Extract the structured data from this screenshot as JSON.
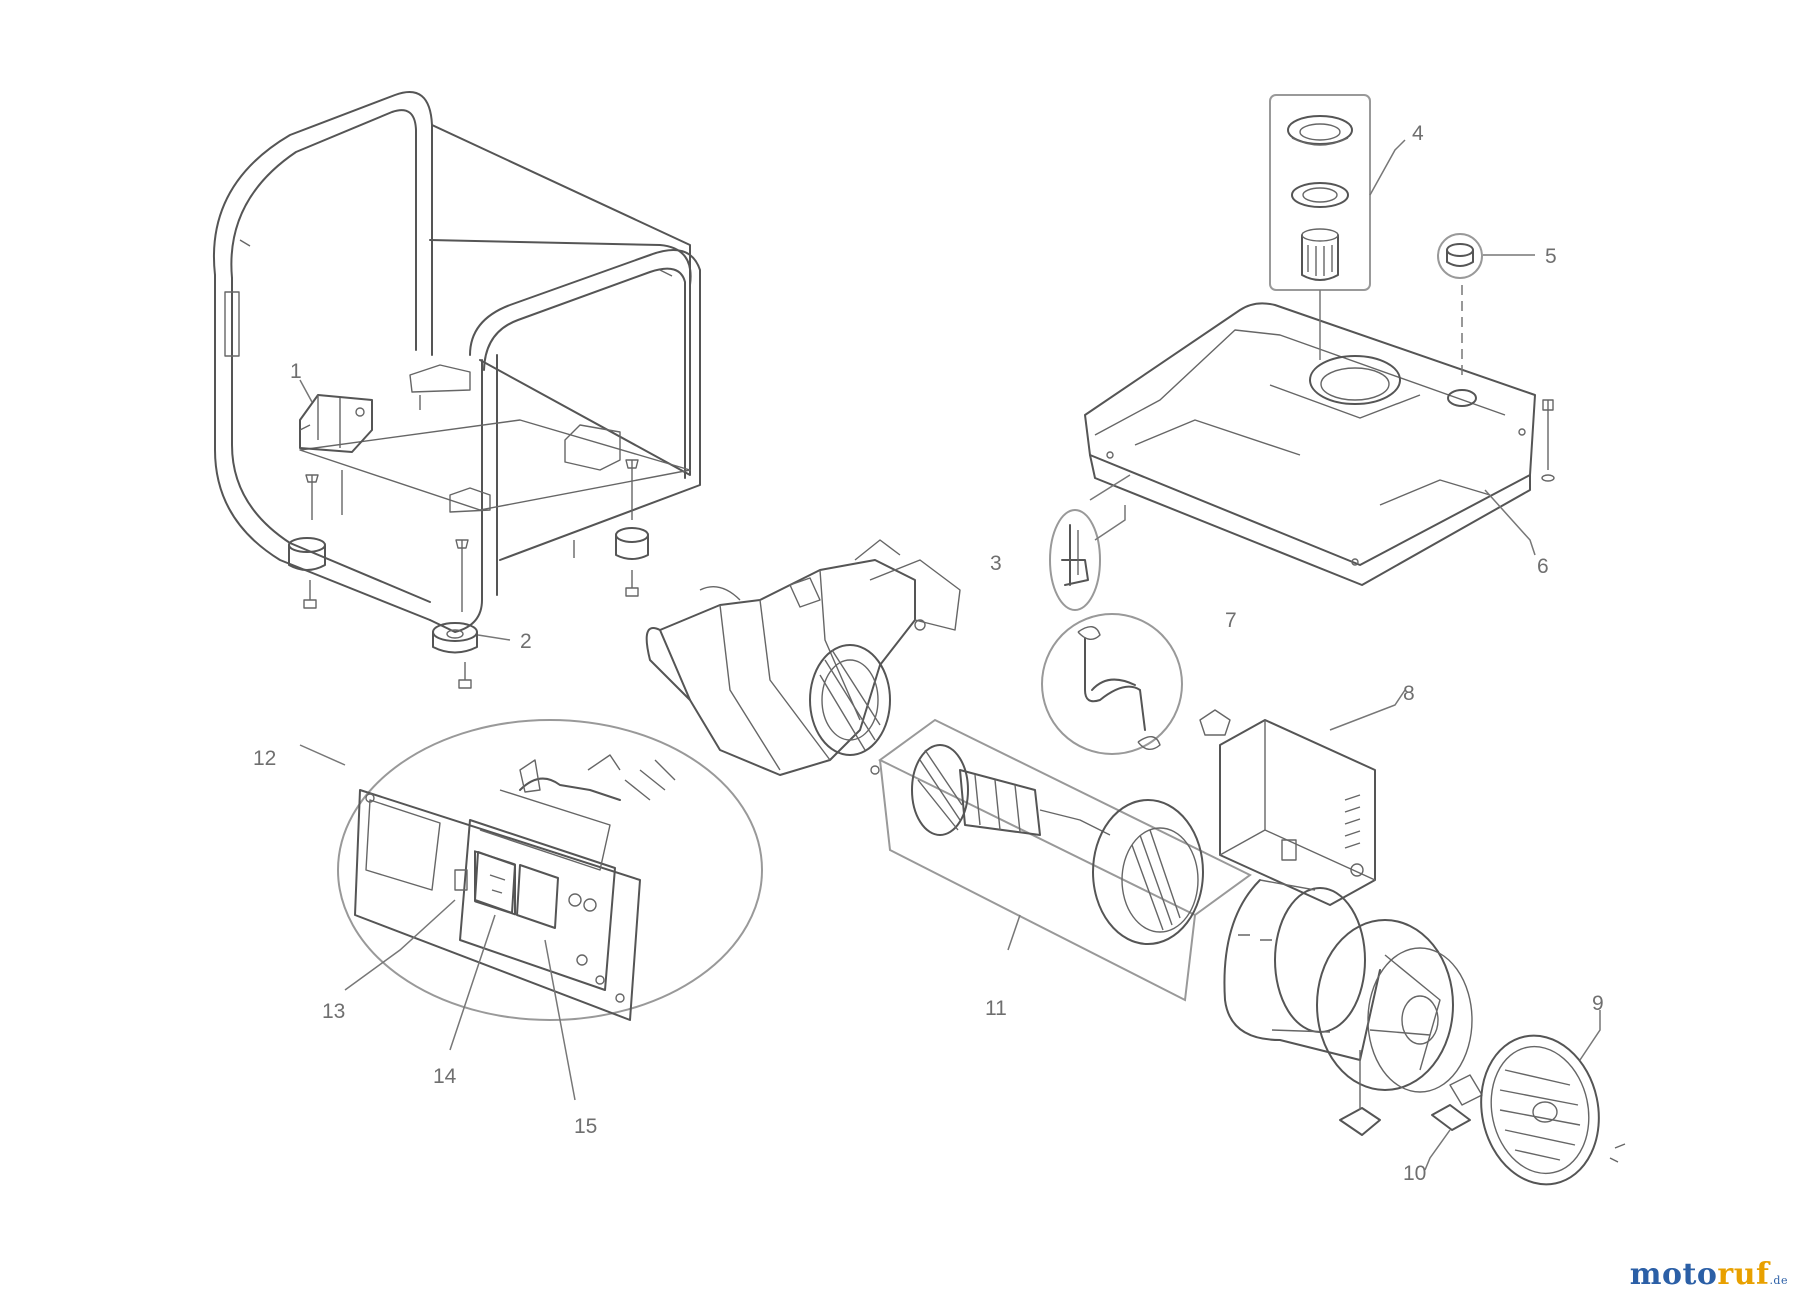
{
  "callouts": {
    "c1": "1",
    "c2": "2",
    "c3": "3",
    "c4": "4",
    "c5": "5",
    "c6": "6",
    "c7": "7",
    "c8": "8",
    "c9": "9",
    "c10": "10",
    "c11": "11",
    "c12": "12",
    "c13": "13",
    "c14": "14",
    "c15": "15"
  },
  "watermark": {
    "part1": "moto",
    "part2": "ruf",
    "suffix": ".de"
  },
  "colors": {
    "line": "#555555",
    "label": "#6f6f6f",
    "group_outline": "#999999",
    "watermark_blue": "#2b5fa6",
    "watermark_orange": "#e8a000"
  }
}
